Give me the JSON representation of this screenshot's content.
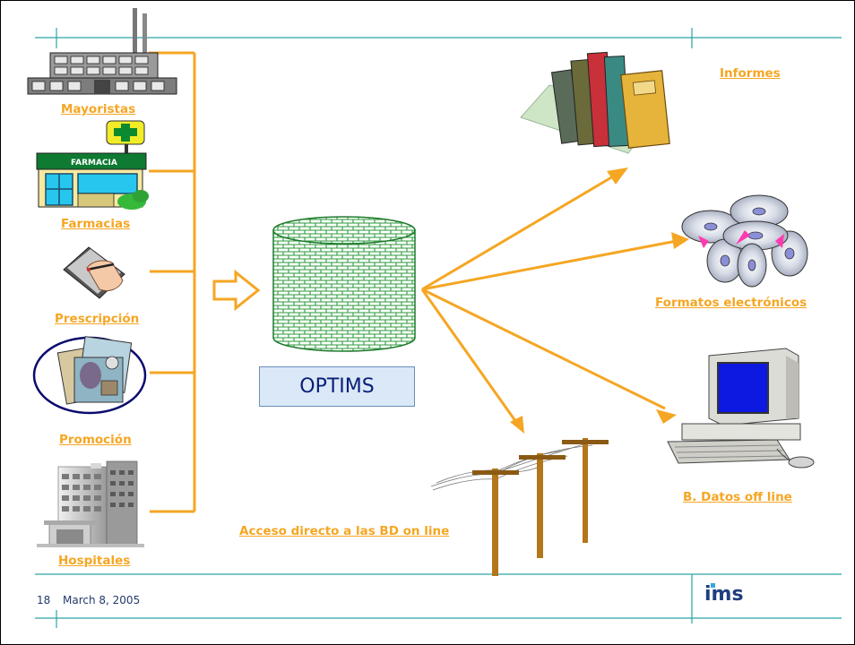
{
  "sources": [
    {
      "id": "mayoristas",
      "label": "Mayoristas",
      "icon": "factory-icon"
    },
    {
      "id": "farmacias",
      "label": "Farmacias",
      "icon": "pharmacy-icon",
      "sign": "FARMACIA"
    },
    {
      "id": "prescripcion",
      "label": "Prescripción",
      "icon": "prescription-writing-icon"
    },
    {
      "id": "promocion",
      "label": "Promoción",
      "icon": "promotion-materials-icon"
    },
    {
      "id": "hospitales",
      "label": "Hospitales",
      "icon": "hospital-building-icon"
    }
  ],
  "central": {
    "label": "OPTIMS",
    "icon": "database-cylinder-icon"
  },
  "outputs": [
    {
      "id": "informes",
      "label": "Informes",
      "icon": "books-icon"
    },
    {
      "id": "formatos",
      "label": "Formatos electrónicos",
      "icon": "cd-discs-icon"
    },
    {
      "id": "offline",
      "label": "B. Datos off line",
      "icon": "computer-icon"
    },
    {
      "id": "online",
      "label": "Acceso directo a las BD on line",
      "icon": "telephone-poles-icon"
    }
  ],
  "footer": {
    "page": "18",
    "date": "March 8, 2005",
    "logo": "ims"
  },
  "colors": {
    "arrow": "#f5a623",
    "rule": "#2aa3a8",
    "link": "#f5a623",
    "box_fill": "#dbe8f7",
    "box_text": "#0a1e78",
    "brick": "#2e9a3e"
  }
}
